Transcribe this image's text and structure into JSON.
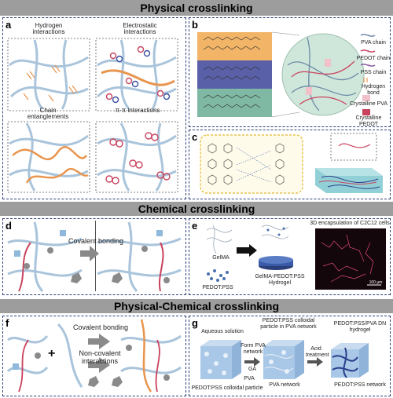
{
  "sections": {
    "physical": "Physical crosslinking",
    "chemical": "Chemical crosslinking",
    "physchem": "Physical-Chemical crosslinking"
  },
  "panel_a": {
    "label": "a",
    "hydrogen": "Hydrogen interactions",
    "electrostatic": "Electrostatic interactions",
    "entanglements": "Chain entanglements",
    "pipi": "π-π interactions"
  },
  "panel_b": {
    "label": "b",
    "legend": [
      "PVA chain",
      "PEDOT chain",
      "PSS chain",
      "Hydrogen bond",
      "Crystalline PVA",
      "Crystalline PEDOT"
    ]
  },
  "panel_c": {
    "label": "c"
  },
  "panel_d": {
    "label": "d",
    "arrow_text": "Covalent bonding"
  },
  "panel_e": {
    "label": "e",
    "gelma": "GelMA",
    "pedot": "PEDOT:PSS",
    "hydrogel": "GelMA-PEDOT:PSS Hydrogel",
    "encapsulation": "3D encapsulation of C2C12 cells",
    "scale": "100 µm"
  },
  "panel_f": {
    "label": "f",
    "covalent": "Covalent bonding",
    "noncovalent": "Non-covalent interactions"
  },
  "panel_g": {
    "label": "g",
    "aqueous": "Aqueous solution",
    "particle_in_pva": "PEDOT:PSS colloidal particle in PVA network",
    "form_pva": "Form PVA network",
    "ga": "GA",
    "pva": "PVA",
    "acid": "Acid treatment",
    "dn": "PEDOT:PSS/PVA DN hydrogel",
    "colloidal": "PEDOT:PSS colloidal particle",
    "pva_network": "PVA network",
    "pedot_network": "PEDOT:PSS network"
  },
  "colors": {
    "banner": "#9d9d9d",
    "border": "#2c3f7a",
    "chain_blue": "#a9c4db",
    "chain_orange": "#e8954e",
    "pink": "#c9435e"
  }
}
